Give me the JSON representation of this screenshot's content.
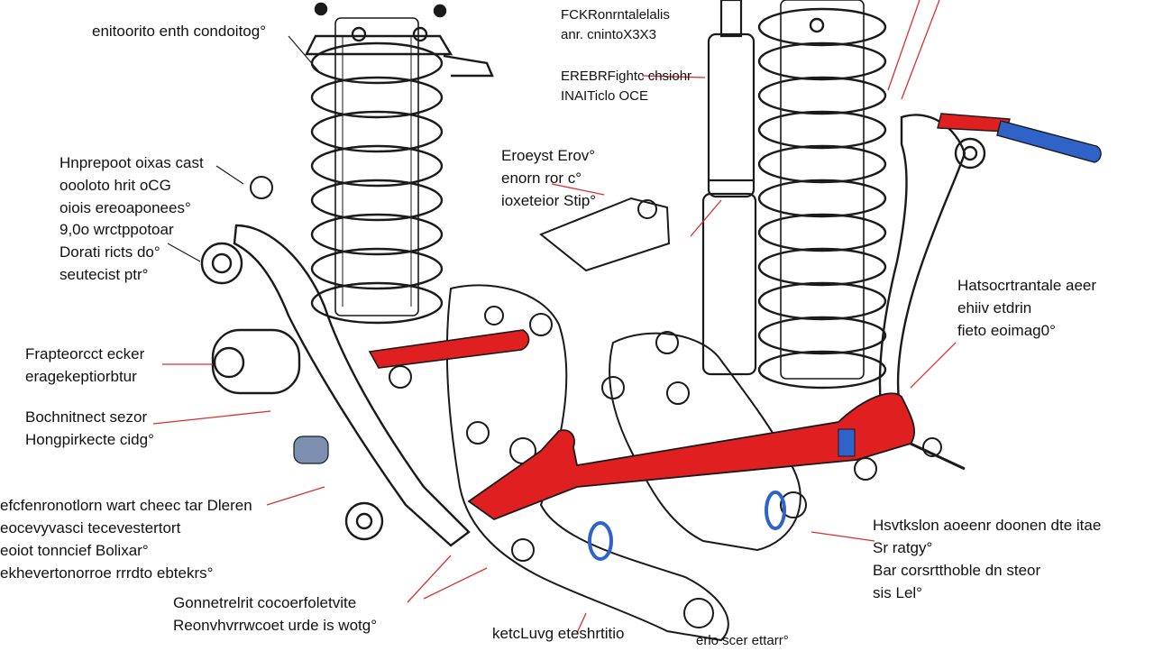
{
  "labels": {
    "top_left_a": [
      "enitoorito enth condoitog°"
    ],
    "top_center": [
      "FCKRonrntalelalis",
      "anr. cnintoX3X3"
    ],
    "top_center_b": [
      "EREBRFightc chsiohr",
      "INAITiclo OCE"
    ],
    "left_upper": [
      "Hnprepoot oixas cast",
      "oooloto hrit oCG",
      "oiois ereoaponees°"
    ],
    "left_mid": [
      "9,0o wrctppotoar",
      "Dorati ricts do°",
      "seutecist ptr°"
    ],
    "center_mid": [
      "Eroeyst Erov°",
      "enorn ror c°",
      "ioxeteior Stip°"
    ],
    "right_mid": [
      "Hatsocrtrantale aeer",
      "ehiiv etdrin",
      "fieto eoimag0°"
    ],
    "left_low_a": [
      "Frapteorcct ecker",
      "eragekeptiorbtur"
    ],
    "left_low_b": [
      "Bochnitnect sezor",
      "Hongpirkecte cidg°"
    ],
    "left_bottom": [
      "efcfenronotlorn wart cheec tar Dleren",
      "eocevyvasci tecevestertort",
      "eoiot tonncief Bolixar°",
      "ekhevertonorroe rrrdto ebtekrs°"
    ],
    "bottom_center": [
      "Gonnetrelrit cocoerfoletvite",
      "Reonvhvrrwcoet urde is wotg°"
    ],
    "bottom_mid": [
      "ketcLuvg eteshrtitio"
    ],
    "bottom_mid_b": [
      "erlo scer ettarr°"
    ],
    "right_low": [
      "Hsvtkslon aoeenr doonen dte itae",
      "Sr ratgy°",
      "Bar corsrtthoble dn steor",
      "sis Lel°"
    ]
  },
  "colors": {
    "line": "#1a1a1a",
    "red": "#e02020",
    "blue": "#2f63c8",
    "leader": "#d8302e"
  }
}
